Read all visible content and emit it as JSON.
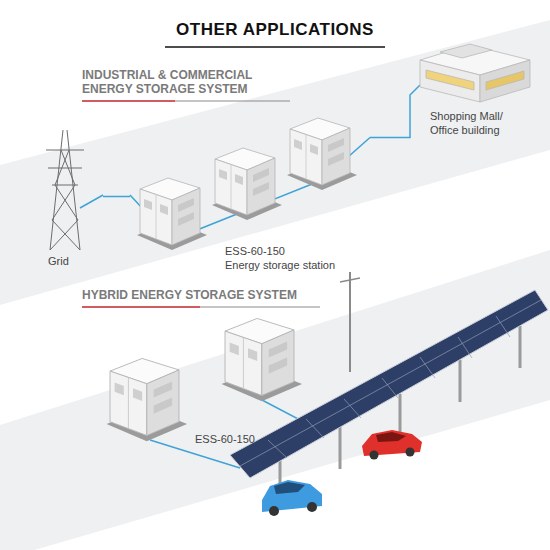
{
  "diagram": {
    "title": "OTHER APPLICATIONS",
    "nodes": [
      {
        "text": [
          "Grid"
        ]
      },
      {
        "text": [
          "ESS-60-150",
          "Energy storage station"
        ]
      },
      {
        "text": [
          "Shopping Mall/ Office building"
        ]
      }
    ],
    "edges": [
      {
        "from": 0,
        "to": 1,
        "arrow": "none"
      },
      {
        "from": 1,
        "to": 2,
        "arrow": "none"
      }
    ],
    "labels": [
      "INDUSTRIAL & COMMERCIAL ENERGY STORAGE SYSTEM",
      "HYBRID ENERGY STORAGE SYSTEM",
      "ESS-60-150"
    ]
  }
}
